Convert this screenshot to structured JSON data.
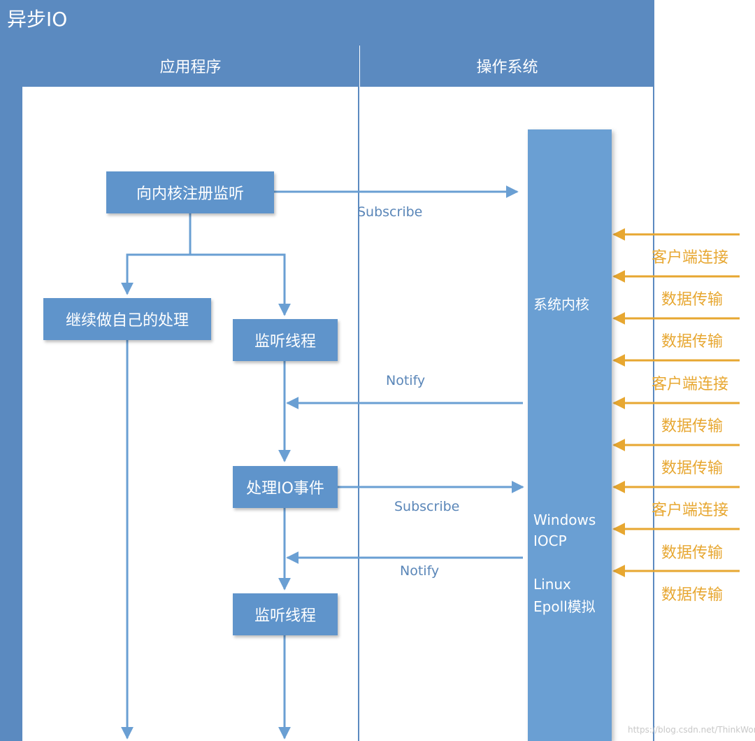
{
  "title": "异步IO",
  "lanes": {
    "app": "应用程序",
    "os": "操作系统"
  },
  "nodes": {
    "register": "向内核注册监听",
    "continue": "继续做自己的处理",
    "listen1": "监听线程",
    "handle": "处理IO事件",
    "listen2": "监听线程",
    "kernel": "系统内核",
    "windows_line1": "Windows",
    "windows_line2": "IOCP",
    "linux_line1": "Linux",
    "linux_line2": "Epoll模拟"
  },
  "edges": {
    "subscribe1": "Subscribe",
    "notify1": "Notify",
    "subscribe2": "Subscribe",
    "notify2": "Notify"
  },
  "incoming_events": [
    "客户端连接",
    "数据传输",
    "数据传输",
    "客户端连接",
    "数据传输",
    "数据传输",
    "客户端连接",
    "数据传输",
    "数据传输"
  ],
  "watermark": "https://blog.csdn.net/ThinkWon",
  "colors": {
    "lane": "#5b8ac0",
    "box": "#5f94cb",
    "kernel": "#6a9fd3",
    "arrow": "#6a9fd3",
    "event": "#e7a731"
  }
}
